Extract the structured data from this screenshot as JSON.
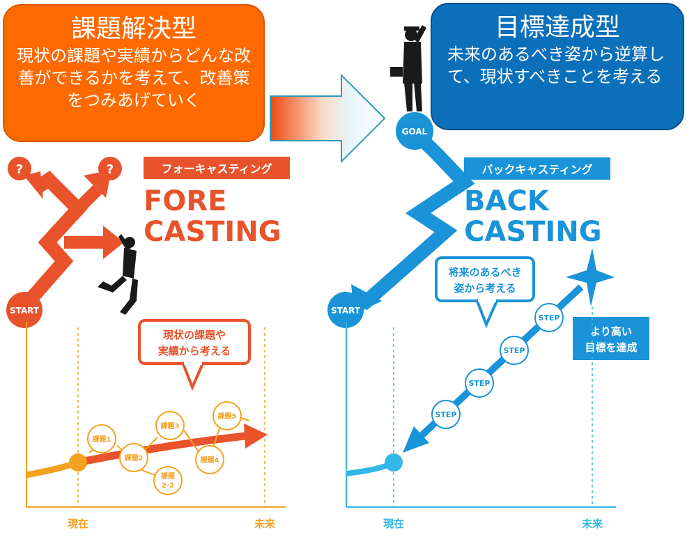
{
  "left_box": {
    "title": "課題解決型",
    "description": "現状の課題や実績からどんな改善ができるかを考えて、改善策をつみあげていく"
  },
  "right_box": {
    "title": "目標達成型",
    "description": "未来のあるべき姿から逆算して、現状すべきことを考える"
  },
  "forecasting": {
    "tag": "フォーキャスティング",
    "title_line1": "FORE",
    "title_line2": "CASTING",
    "start": "START",
    "question": "?",
    "bubble_line1": "現状の課題や",
    "bubble_line2": "実績から考える",
    "issues": [
      "課題1",
      "課題2",
      "課題3",
      "課題4",
      "課題5"
    ],
    "issue_sub_line1": "課題",
    "issue_sub_line2": "2-2",
    "axis_now": "現在",
    "axis_future": "未来"
  },
  "backcasting": {
    "tag": "バックキャスティング",
    "title_line1": "BACK",
    "title_line2": "CASTING",
    "goal": "GOAL",
    "start": "START",
    "bubble_line1": "将来のあるべき",
    "bubble_line2": "姿から考える",
    "step": "STEP",
    "target_line1": "より高い",
    "target_line2": "目標を達成",
    "axis_now": "現在",
    "axis_future": "未来"
  },
  "colors": {
    "orange": "#ff6a00",
    "forecast_red": "#e8532b",
    "forecast_yellow": "#f4a11f",
    "blue_box": "#0c6fba",
    "backcast_blue": "#1a93d8",
    "backcast_cyan": "#31b8e6"
  }
}
